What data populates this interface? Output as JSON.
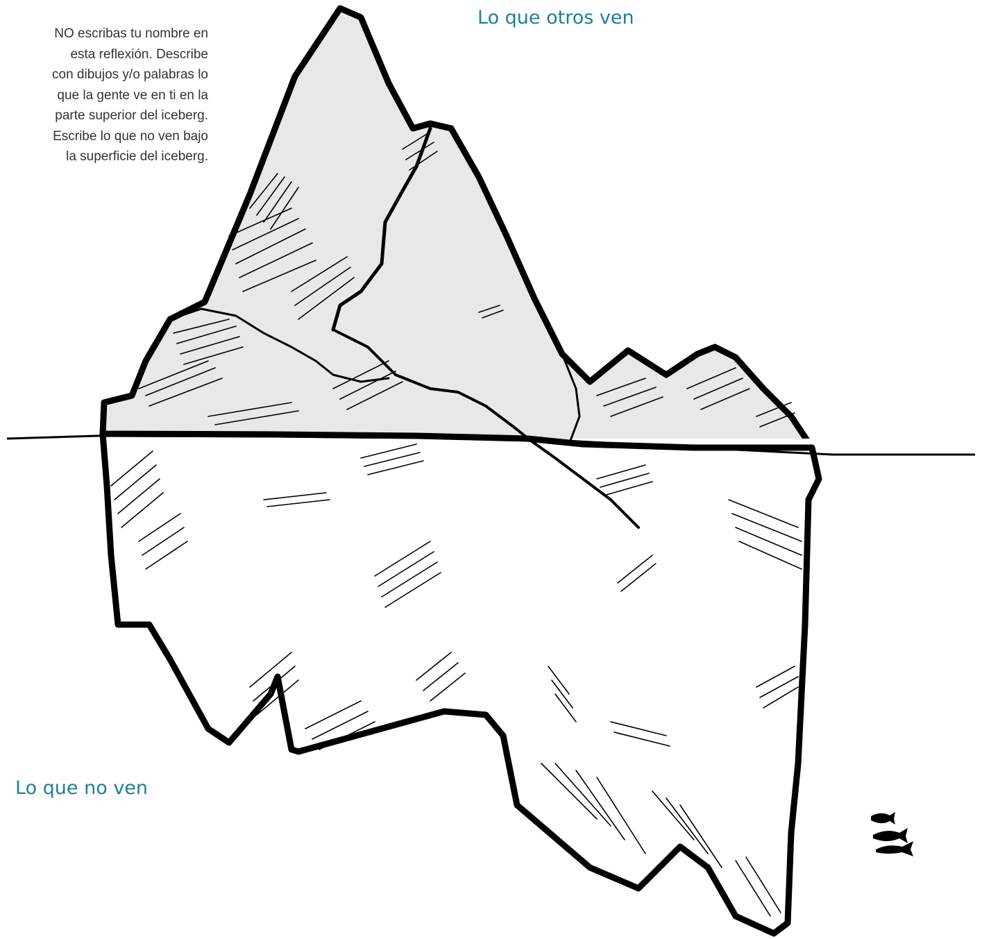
{
  "instructions": {
    "lines": [
      "NO escribas tu nombre en",
      "esta reflexión. Describe",
      "con dibujos y/o palabras lo",
      "que la gente ve en ti en la",
      "parte superior del iceberg.",
      "Escribe lo que no ven bajo",
      "la superficie del iceberg."
    ]
  },
  "headings": {
    "top": "Lo que otros ven",
    "bottom": "Lo que no ven"
  },
  "colors": {
    "accent": "#1e7f9a",
    "ice_above": "#e8e8e8",
    "ice_below": "#ffffff",
    "ink": "#111111",
    "text": "#333333"
  },
  "illustration": {
    "subject": "iceberg-illustration",
    "fish_count": 3
  }
}
